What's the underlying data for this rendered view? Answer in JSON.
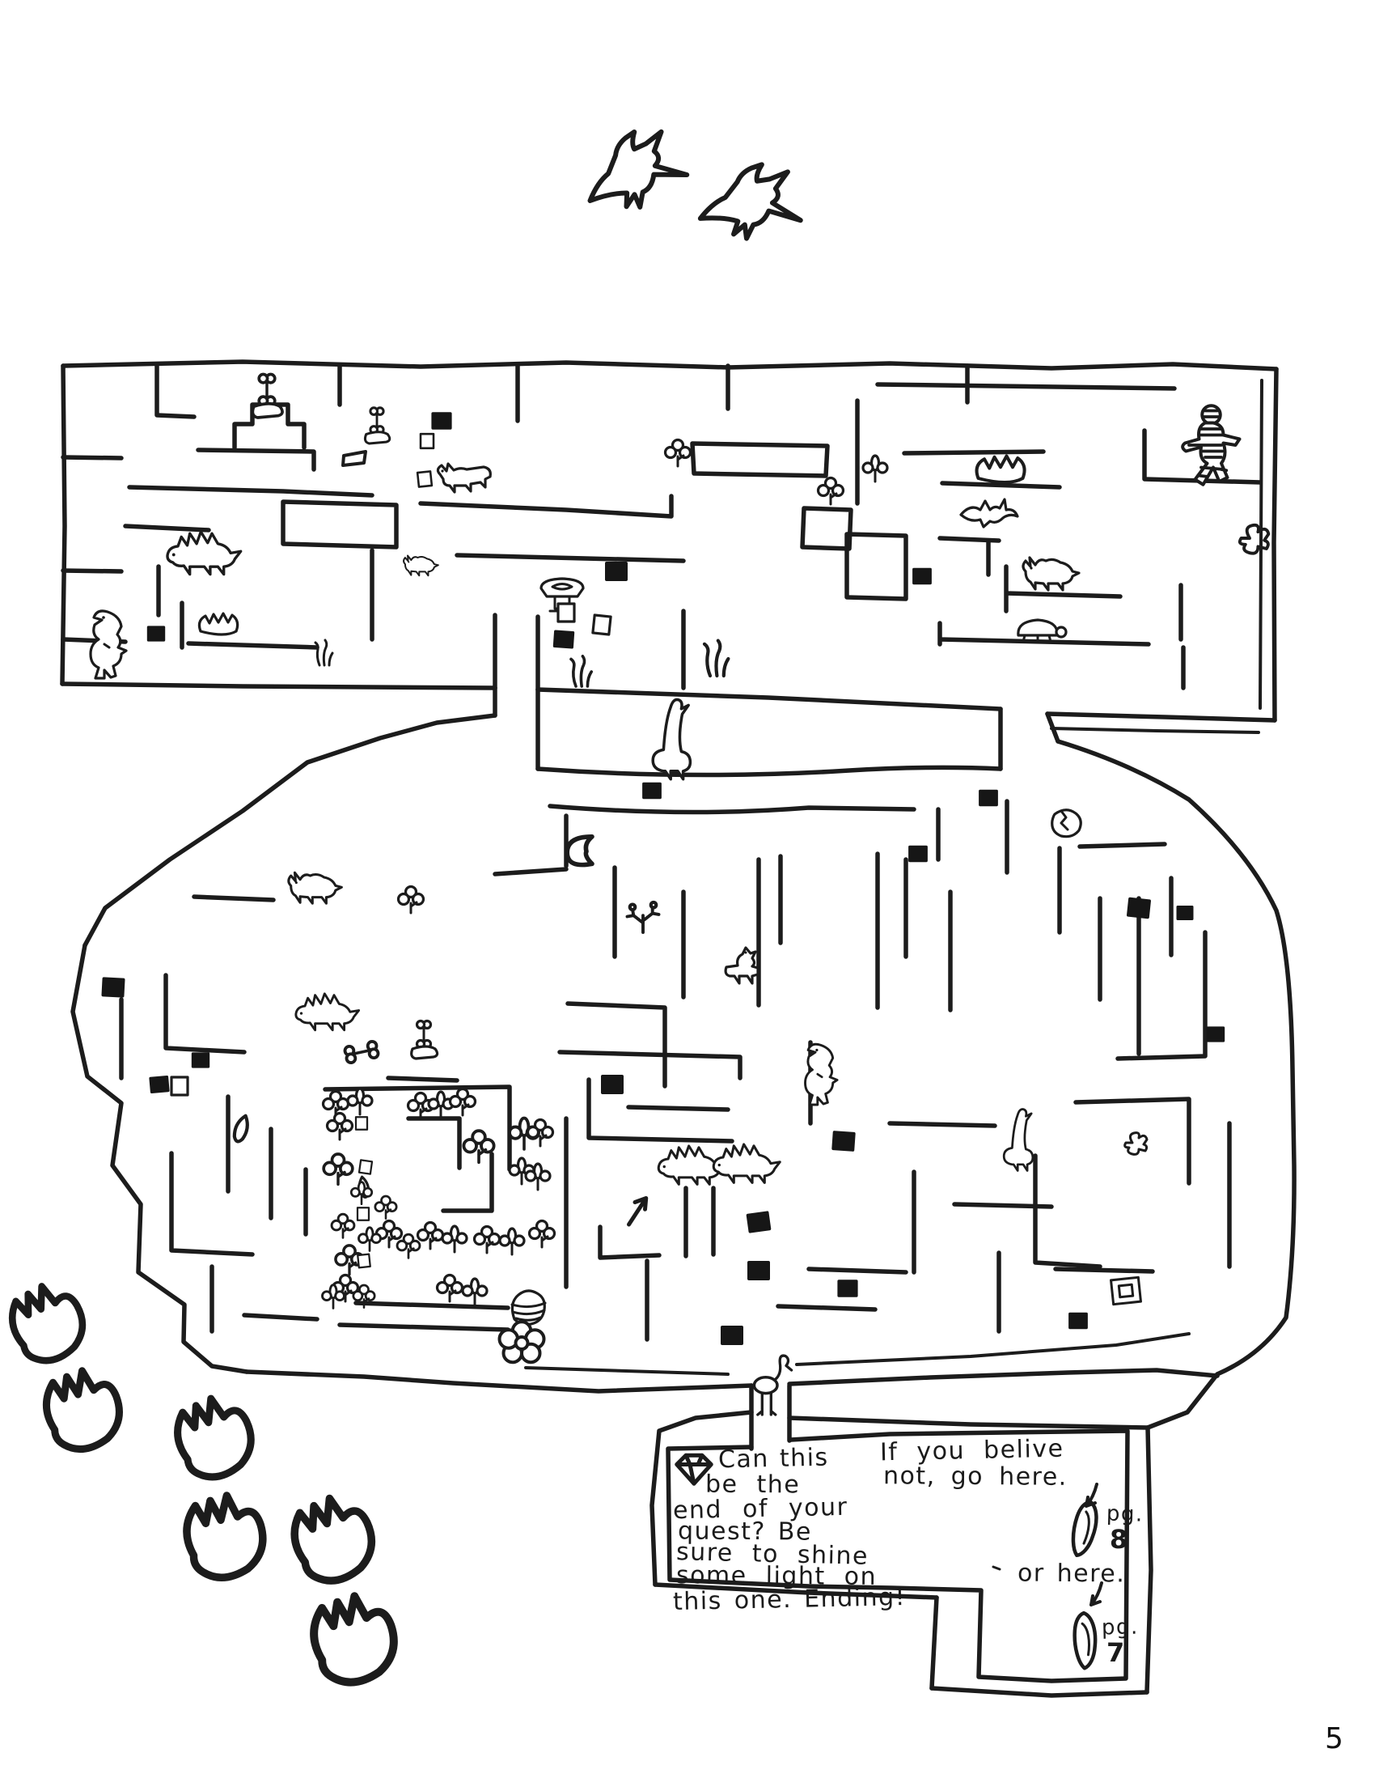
{
  "page": {
    "number": "5",
    "paper_color": "#ffffff",
    "ink_color": "#1c1c1c",
    "kind": "hand-drawn dinosaur maze worksheet"
  },
  "ending_note": {
    "icon": "gem-icon",
    "lines": [
      "Can this",
      "be the",
      "end of your",
      "quest? Be",
      "sure to shine",
      "some light on",
      "this one. Ending!"
    ]
  },
  "redirect_note": {
    "line1": "If you belive",
    "line2": "not, go here.",
    "option_top": {
      "icon": "egg-icon",
      "page_label": "pg.",
      "page_number": "8"
    },
    "or_text": "or here.",
    "option_bottom": {
      "icon": "egg-icon",
      "page_label": "pg.",
      "page_number": "7"
    }
  },
  "maze": {
    "sections": [
      "upper-maze",
      "lower-maze",
      "ending-chamber"
    ],
    "doodles": [
      "pterodactyl-icon",
      "bone-statue-icon",
      "stegosaurus-icon",
      "t-rex-icon",
      "triceratops-icon",
      "brontosaurus-icon",
      "bat-pterosaur-icon",
      "turtle-icon",
      "running-man-icon",
      "cracked-egg-icon",
      "egg-dish-icon",
      "flower-icon",
      "grass-icon",
      "beehive-icon",
      "bone-icon",
      "footprint-icon",
      "crane-icon",
      "arrow-icon",
      "black-square-icon",
      "white-square-icon",
      "gem-icon",
      "egg-icon"
    ]
  }
}
